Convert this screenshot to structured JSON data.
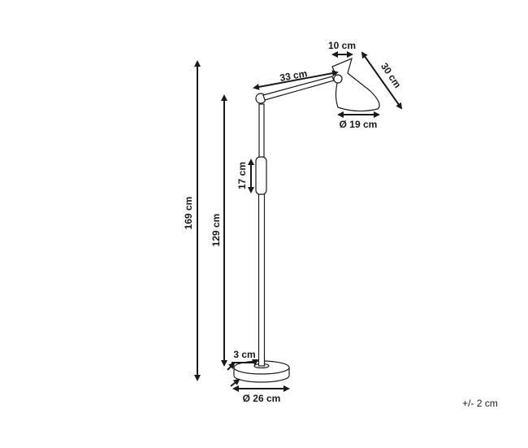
{
  "dimensions": {
    "total_height": "169 cm",
    "stand_height": "129 cm",
    "handle_height": "17 cm",
    "arm_length": "33 cm",
    "shade_top": "10 cm",
    "shade_length": "30 cm",
    "shade_diameter": "Ø 19 cm",
    "base_height": "3 cm",
    "base_diameter": "Ø 26 cm"
  },
  "tolerance": "+/- 2 cm",
  "colors": {
    "line": "#1a1a1a",
    "background": "#ffffff"
  }
}
